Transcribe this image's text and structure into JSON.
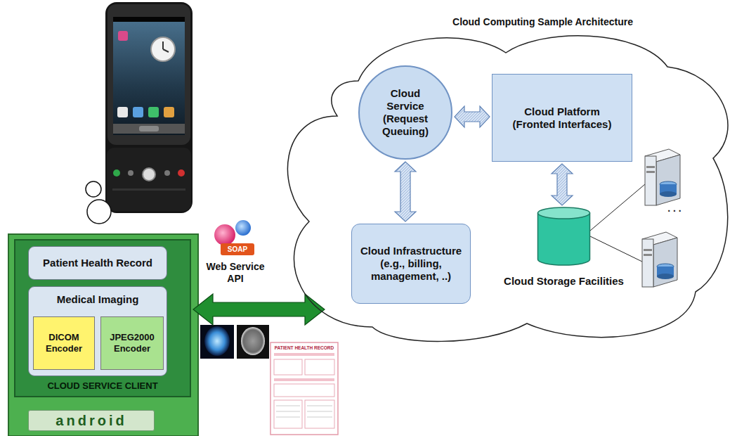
{
  "diagram": {
    "nodes": [
      {
        "text": [
          "CLOUD SERVICE CLIENT"
        ]
      },
      {
        "text": [
          "Patient Health Record"
        ],
        "in": 0
      },
      {
        "text": [
          "Medical Imaging"
        ],
        "in": 0
      },
      {
        "text": [
          "DICOM Encoder"
        ],
        "in": 2
      },
      {
        "text": [
          "JPEG2000 Encoder"
        ],
        "in": 2
      },
      {
        "text": [
          "Cloud Computing Sample Architecture"
        ]
      },
      {
        "text": [
          "Cloud Service (Request Queuing)"
        ],
        "in": 5
      },
      {
        "text": [
          "Cloud Platform (Fronted Interfaces)"
        ],
        "in": 5
      },
      {
        "text": [
          "Cloud Infrastructure (e.g., billing, management, ..)"
        ],
        "in": 5
      },
      {
        "text": [
          "Cloud Storage Facilities"
        ],
        "in": 5
      }
    ],
    "edges": [
      {
        "from": 0,
        "to": 5,
        "arrow": "both",
        "label": "Web Service API"
      },
      {
        "from": 6,
        "to": 7,
        "arrow": "both"
      },
      {
        "from": 6,
        "to": 8,
        "arrow": "both"
      },
      {
        "from": 7,
        "to": 9,
        "arrow": "both"
      }
    ],
    "labels": [
      "SOAP",
      "PATIENT HEALTH RECORD",
      "android",
      ". . ."
    ]
  }
}
